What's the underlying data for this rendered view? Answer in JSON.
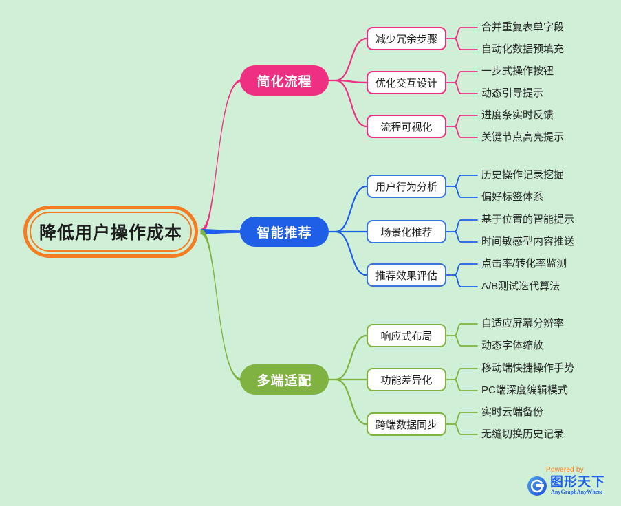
{
  "meta": {
    "type": "mindmap",
    "background_color": "#cff0d6"
  },
  "root": {
    "label": "降低用户操作成本",
    "color": "#f57c20"
  },
  "branches": [
    {
      "label": "简化流程",
      "color": "#ef2f81",
      "children": [
        {
          "label": "减少冗余步骤",
          "leaves": [
            "合并重复表单字段",
            "自动化数据预填充"
          ]
        },
        {
          "label": "优化交互设计",
          "leaves": [
            "一步式操作按钮",
            "动态引导提示"
          ]
        },
        {
          "label": "流程可视化",
          "leaves": [
            "进度条实时反馈",
            "关键节点高亮提示"
          ]
        }
      ]
    },
    {
      "label": "智能推荐",
      "color": "#1f5fe8",
      "children": [
        {
          "label": "用户行为分析",
          "leaves": [
            "历史操作记录挖掘",
            "偏好标签体系"
          ]
        },
        {
          "label": "场景化推荐",
          "leaves": [
            "基于位置的智能提示",
            "时间敏感型内容推送"
          ]
        },
        {
          "label": "推荐效果评估",
          "leaves": [
            "点击率/转化率监测",
            "A/B测试迭代算法"
          ]
        }
      ]
    },
    {
      "label": "多端适配",
      "color": "#7fb241",
      "children": [
        {
          "label": "响应式布局",
          "leaves": [
            "自适应屏幕分辨率",
            "动态字体缩放"
          ]
        },
        {
          "label": "功能差异化",
          "leaves": [
            "移动端快捷操作手势",
            "PC端深度编辑模式"
          ]
        },
        {
          "label": "跨端数据同步",
          "leaves": [
            "实时云端备份",
            "无缝切换历史记录"
          ]
        }
      ]
    }
  ],
  "watermark": {
    "powered_by": "Powered by",
    "brand": "图形天下",
    "tagline": "AnyGraphAnyWhere",
    "logo_icon": "g-circle-logo-icon",
    "brand_color": "#1f5fe8",
    "powered_color": "#f58220"
  }
}
